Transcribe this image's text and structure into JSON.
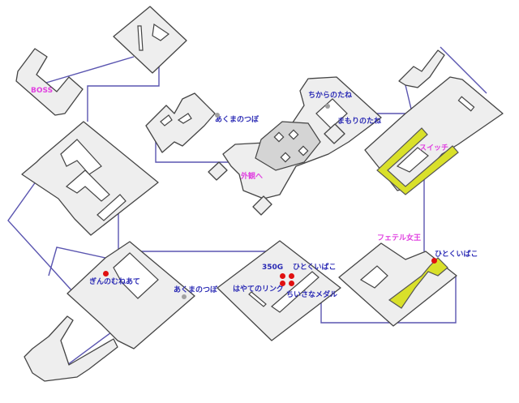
{
  "map": {
    "labels": {
      "boss": "BOSS",
      "akuma_tsubo_1": "あくまのつぼ",
      "chikara_tane": "ちからのたね",
      "mamori_tane": "まもりのたね",
      "gaikan": "外観へ",
      "switch": "スイッチ",
      "fetel_queen": "フェテル女王",
      "hitokui_bako_1": "ひとくいばこ",
      "gin_muneate": "ぎんのむねあて",
      "akuma_tsubo_2": "あくまのつぼ",
      "gold": "350G",
      "hitokui_bako_2": "ひとくいばこ",
      "hayate_ring": "はやてのリング",
      "chiisana_medal": "ちいさなメダル"
    },
    "colors": {
      "item_label": "#2b2bb5",
      "event_label": "#e040e0",
      "connection": "#5a55b0",
      "treasure": "#e01010",
      "pot": "#a0a0a0",
      "floor_switch": "#d9e02a"
    }
  }
}
